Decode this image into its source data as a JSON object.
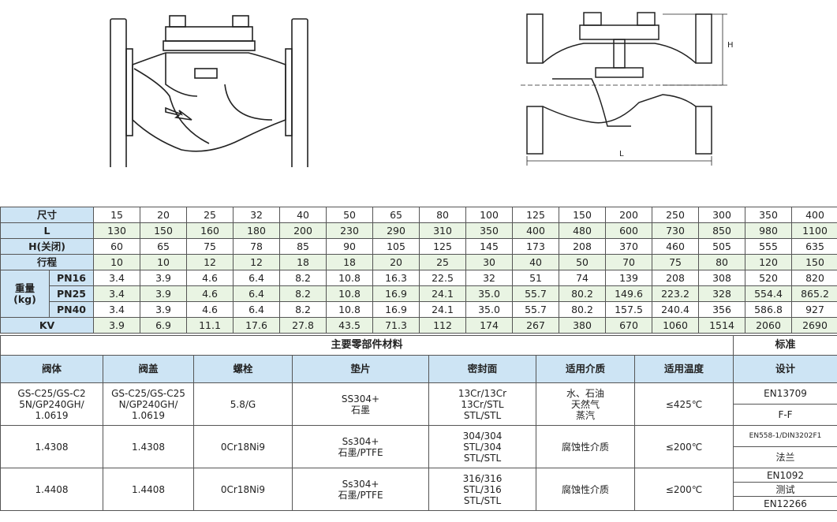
{
  "spec": {
    "size_label": "尺寸",
    "sizes": [
      "15",
      "20",
      "25",
      "32",
      "40",
      "50",
      "65",
      "80",
      "100",
      "125",
      "150",
      "200",
      "250",
      "300",
      "350",
      "400"
    ],
    "l_label": "L",
    "l_values": [
      "130",
      "150",
      "160",
      "180",
      "200",
      "230",
      "290",
      "310",
      "350",
      "400",
      "480",
      "600",
      "730",
      "850",
      "980",
      "1100"
    ],
    "h_label": "H(关闭)",
    "h_values": [
      "60",
      "65",
      "75",
      "78",
      "85",
      "90",
      "105",
      "125",
      "145",
      "173",
      "208",
      "370",
      "460",
      "505",
      "555",
      "635"
    ],
    "stroke_label": "行程",
    "stroke_values": [
      "10",
      "10",
      "12",
      "12",
      "18",
      "18",
      "20",
      "25",
      "30",
      "40",
      "50",
      "70",
      "75",
      "80",
      "120",
      "150"
    ],
    "weight_label": "重量\n(kg)",
    "pn16_label": "PN16",
    "pn16_values": [
      "3.4",
      "3.9",
      "4.6",
      "6.4",
      "8.2",
      "10.8",
      "16.3",
      "22.5",
      "32",
      "51",
      "74",
      "139",
      "208",
      "308",
      "520",
      "820"
    ],
    "pn25_label": "PN25",
    "pn25_values": [
      "3.4",
      "3.9",
      "4.6",
      "6.4",
      "8.2",
      "10.8",
      "16.9",
      "24.1",
      "35.0",
      "55.7",
      "80.2",
      "149.6",
      "223.2",
      "328",
      "554.4",
      "865.2"
    ],
    "pn40_label": "PN40",
    "pn40_values": [
      "3.4",
      "3.9",
      "4.6",
      "6.4",
      "8.2",
      "10.8",
      "16.9",
      "24.1",
      "35.0",
      "55.7",
      "80.2",
      "157.5",
      "240.4",
      "356",
      "586.8",
      "927"
    ],
    "kv_label": "KV",
    "kv_values": [
      "3.9",
      "6.9",
      "11.1",
      "17.6",
      "27.8",
      "43.5",
      "71.3",
      "112",
      "174",
      "267",
      "380",
      "670",
      "1060",
      "1514",
      "2060",
      "2690"
    ]
  },
  "materials": {
    "title": "主要零部件材料",
    "standard_title": "标准",
    "headers": [
      "阀体",
      "阀盖",
      "螺栓",
      "垫片",
      "密封面",
      "适用介质",
      "适用温度",
      "设计"
    ],
    "rows": [
      [
        "GS-C25/GS-C2\n5N/GP240GH/\n1.0619",
        "GS-C25/GS-C25\nN/GP240GH/\n1.0619",
        "5.8/G",
        "SS304+\n石墨",
        "13Cr/13Cr\n13Cr/STL\nSTL/STL",
        "水、石油\n天然气\n蒸汽",
        "≤425℃"
      ],
      [
        "1.4308",
        "1.4308",
        "0Cr18Ni9",
        "Ss304+\n石墨/PTFE",
        "304/304\nSTL/304\nSTL/STL",
        "腐蚀性介质",
        "≤200℃"
      ],
      [
        "1.4408",
        "1.4408",
        "0Cr18Ni9",
        "Ss304+\n石墨/PTFE",
        "316/316\nSTL/316\nSTL/STL",
        "腐蚀性介质",
        "≤200℃"
      ]
    ],
    "standards": [
      "EN13709",
      "F-F",
      "EN558-1/DIN3202F1",
      "法兰",
      "EN1092",
      "测试",
      "EN12266"
    ]
  },
  "drawing": {
    "dim_h": "H",
    "dim_l": "L"
  }
}
